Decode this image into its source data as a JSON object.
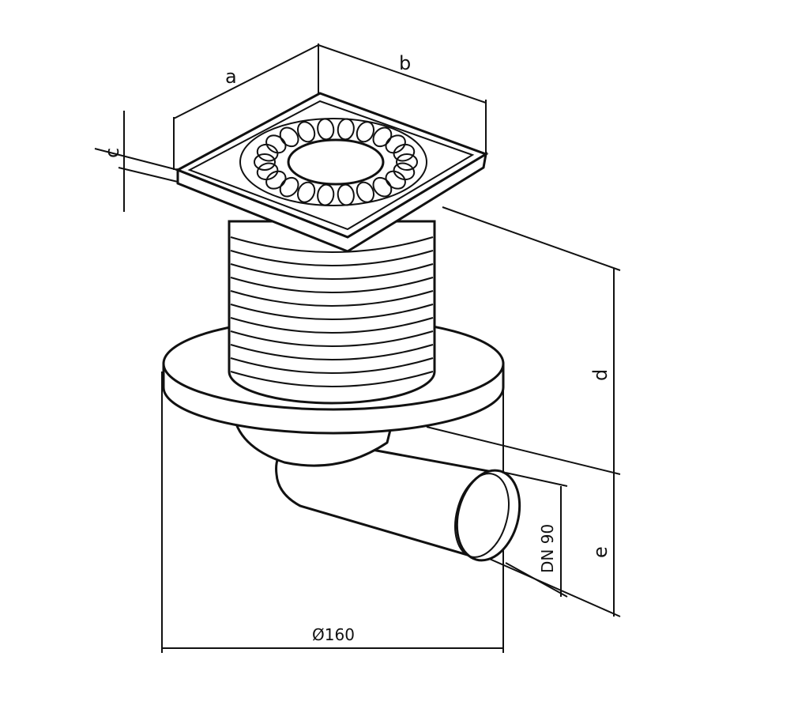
{
  "dimensions": {
    "a": "a",
    "b": "b",
    "c": "c",
    "d": "d",
    "e": "e",
    "flange_diameter": "Ø160",
    "outlet": "DN 90"
  }
}
